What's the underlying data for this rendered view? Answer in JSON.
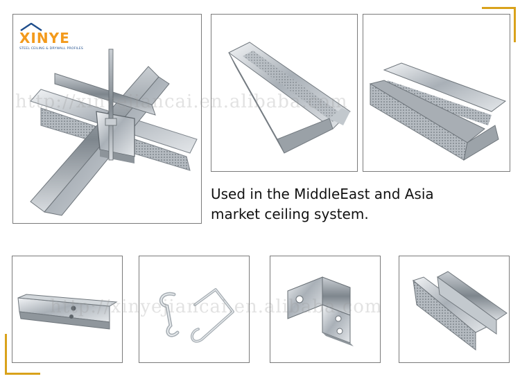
{
  "brand": {
    "name": "XINYE",
    "tagline": "STEEL CEILING & DRYWALL PROFILES",
    "accent_color": "#f39a1c",
    "tagline_color": "#1f4e8c"
  },
  "watermark": {
    "top": "http://xinyejiancai.en.alibaba.com",
    "bottom": "http://xinyejiancai.en.alibaba.com"
  },
  "caption": {
    "line1": "Used in the MiddleEast and Asia",
    "line2": "market ceiling system."
  },
  "frame_color": "#d9a21b",
  "products": [
    {
      "name": "ceiling-grid-assembly"
    },
    {
      "name": "main-channel-profile"
    },
    {
      "name": "u-channel-pair"
    },
    {
      "name": "extension-connector"
    },
    {
      "name": "wire-clip-hooks"
    },
    {
      "name": "angle-bracket"
    },
    {
      "name": "wall-angle-pair"
    }
  ]
}
